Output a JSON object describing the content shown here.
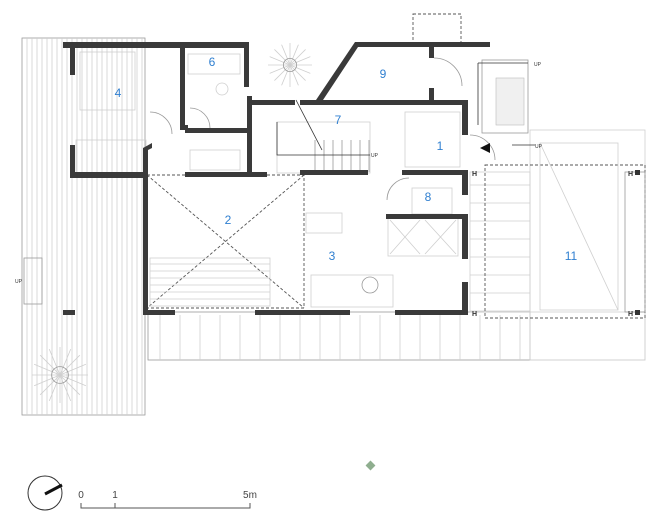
{
  "rooms": {
    "r1": "1",
    "r2": "2",
    "r3": "3",
    "r4": "4",
    "r6": "6",
    "r7": "7",
    "r8": "8",
    "r9": "9",
    "r11": "11"
  },
  "stair_labels": {
    "up": "UP"
  },
  "column_labels": {
    "h": "H"
  },
  "scale_bar": {
    "zero": "0",
    "one": "1",
    "five": "5m"
  },
  "colors": {
    "wall": "#3a3a3a",
    "room_label": "#2f7fd0",
    "marker": "#8fae8f"
  }
}
